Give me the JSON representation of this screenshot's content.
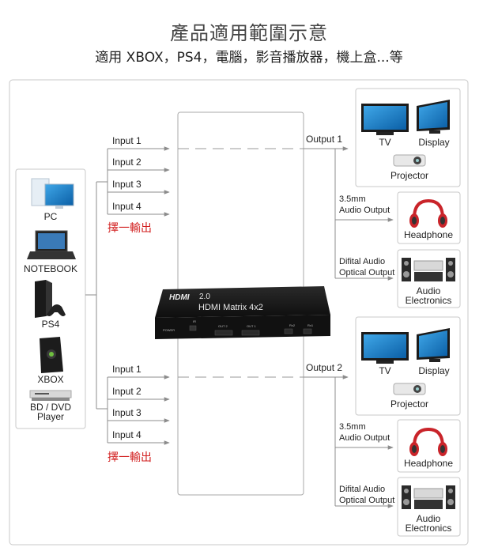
{
  "header": {
    "title": "產品適用範圍示意",
    "subtitle": "適用 XBOX，PS4，電腦，影音播放器，機上盒...等"
  },
  "sources": [
    "PC",
    "NOTEBOOK",
    "PS4",
    "XBOX",
    "BD / DVD",
    "Player"
  ],
  "inputs_top": [
    "Input 1",
    "Input 2",
    "Input 3",
    "Input 4"
  ],
  "inputs_bottom": [
    "Input 1",
    "Input 2",
    "Input 3",
    "Input 4"
  ],
  "select_output_label": "擇一輸出",
  "device": {
    "logo": "HDMI",
    "version": "2.0",
    "name": "HDMI Matrix 4x2",
    "port_labels": [
      "POWER",
      "IR",
      "OUT 2",
      "OUT 1",
      "Rx2",
      "Rx1"
    ]
  },
  "outputs": [
    {
      "label": "Output 1",
      "displays": [
        "TV",
        "Display",
        "Projector"
      ],
      "audio_label_lines": [
        "3.5mm",
        "Audio Output"
      ],
      "audio_device": "Headphone",
      "optical_label_lines": [
        "Difital Audio",
        "Optical Output"
      ],
      "optical_device_lines": [
        "Audio",
        "Electronics"
      ]
    },
    {
      "label": "Output 2",
      "displays": [
        "TV",
        "Display",
        "Projector"
      ],
      "audio_label_lines": [
        "3.5mm",
        "Audio Output"
      ],
      "audio_device": "Headphone",
      "optical_label_lines": [
        "Difital Audio",
        "Optical Output"
      ],
      "optical_device_lines": [
        "Audio",
        "Electronics"
      ]
    }
  ],
  "colors": {
    "accent_red": "#d21f1f",
    "line_gray": "#8c8c8c",
    "device_black": "#1c1c1c"
  }
}
